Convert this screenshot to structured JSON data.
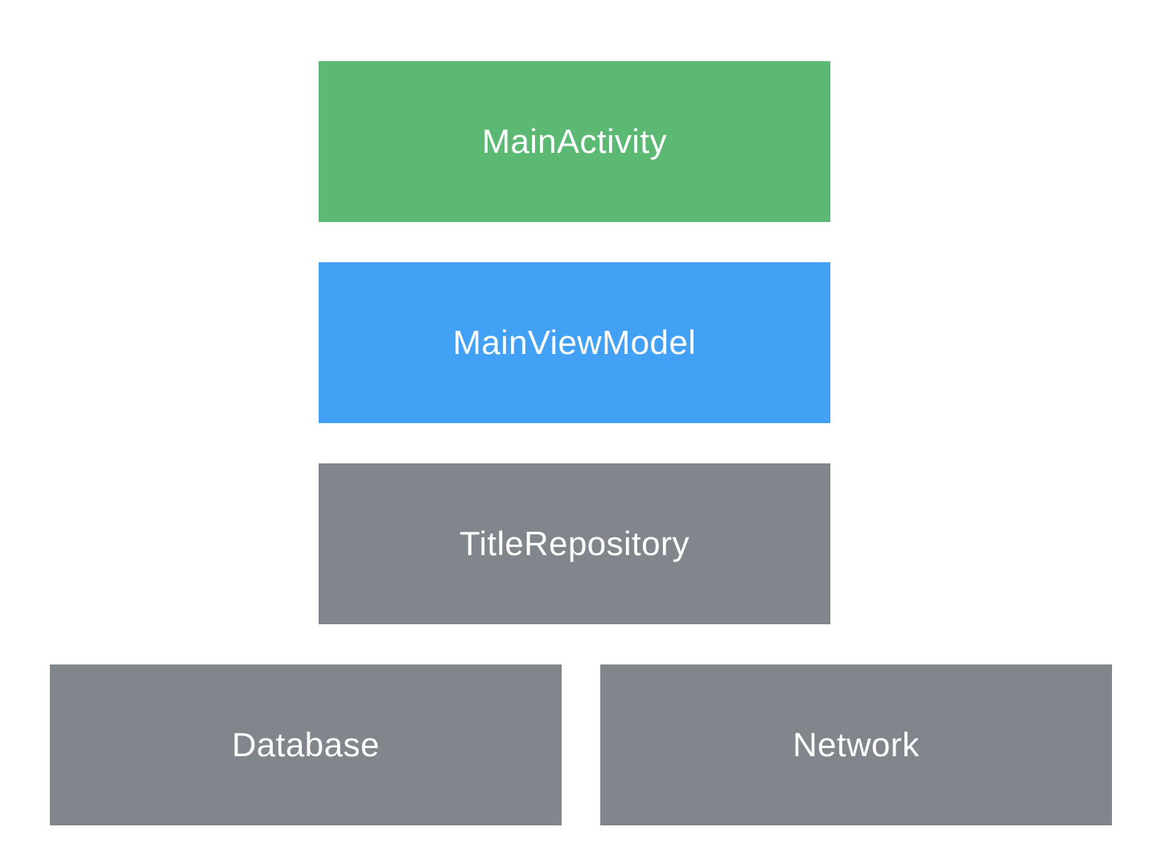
{
  "diagram": {
    "description": "App architecture block diagram",
    "background_color": "#ffffff",
    "label_text_color": "#ffffff",
    "boxes": [
      {
        "id": "main-activity",
        "label": "MainActivity",
        "color": "#5bb974"
      },
      {
        "id": "main-view-model",
        "label": "MainViewModel",
        "color": "#42a1f5"
      },
      {
        "id": "title-repository",
        "label": "TitleRepository",
        "color": "#80868b"
      },
      {
        "id": "database",
        "label": "Database",
        "color": "#80868b"
      },
      {
        "id": "network",
        "label": "Network",
        "color": "#80868b"
      }
    ]
  }
}
